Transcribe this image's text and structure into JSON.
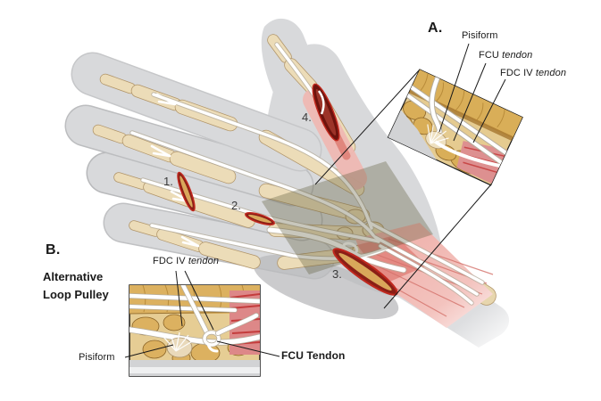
{
  "figure": {
    "markers": [
      {
        "label": "1."
      },
      {
        "label": "2."
      },
      {
        "label": "3."
      },
      {
        "label": "4."
      }
    ],
    "panel_a": {
      "letter": "A.",
      "labels": {
        "pisiform": "Pisiform",
        "fcu_name": "FCU",
        "fcu_qualifier": "tendon",
        "fdc_name": "FDC IV",
        "fdc_qualifier": "tendon"
      }
    },
    "panel_b": {
      "letter": "B.",
      "title_line1": "Alternative",
      "title_line2": "Loop Pulley",
      "labels": {
        "fdc_name": "FDC IV",
        "fdc_qualifier": "tendon",
        "pisiform": "Pisiform",
        "fcu": "FCU Tendon"
      }
    },
    "colors": {
      "background": "#ffffff",
      "hand_silhouette": "#d8d9db",
      "bone": "#ecdcb8",
      "inset_bone_gold": "#d9ae58",
      "tendon_white": "#ffffff",
      "muscle_pink": "#f0b9b3",
      "muscle_red": "#d04848",
      "incision_red": "#c0281e",
      "annotation_line": "#1a1a1a"
    }
  }
}
